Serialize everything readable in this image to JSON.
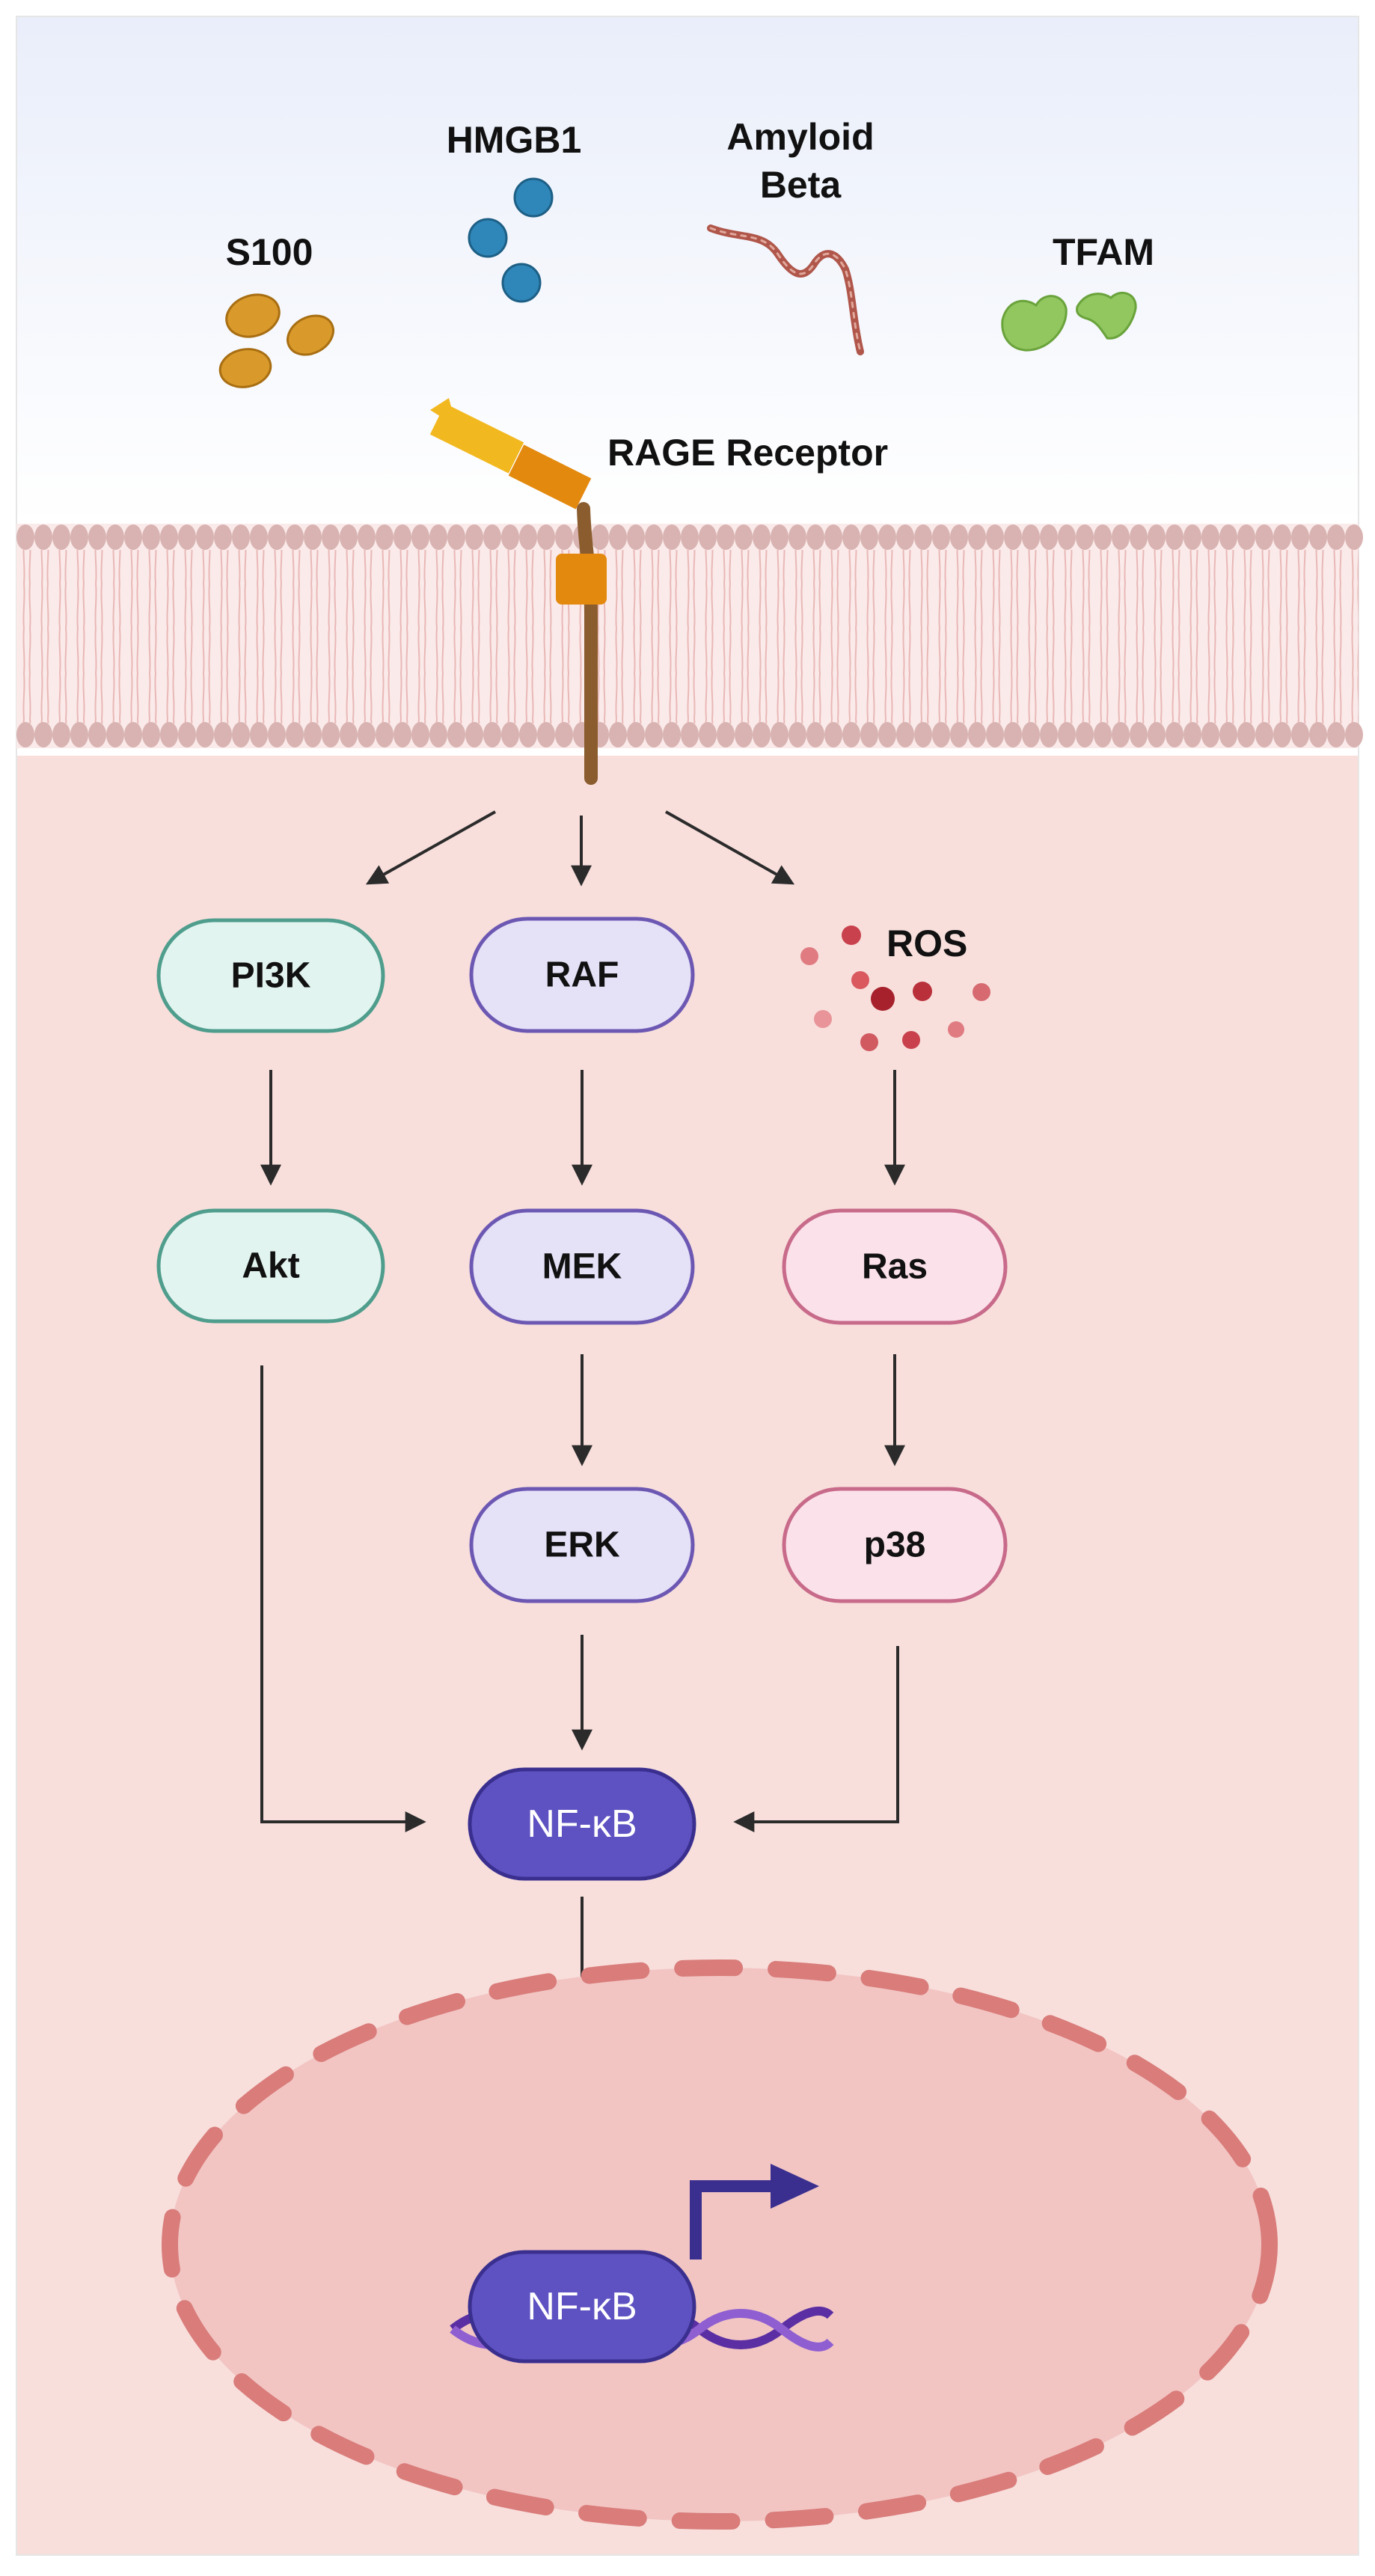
{
  "ligands": {
    "s100": "S100",
    "hmgb1": "HMGB1",
    "amyloid_beta": [
      "Amyloid",
      "Beta"
    ],
    "tfam": "TFAM"
  },
  "receptor": {
    "label": "RAGE Receptor"
  },
  "pathways": {
    "pi3k_akt": [
      "PI3K",
      "Akt"
    ],
    "raf_mek_erk": [
      "RAF",
      "MEK",
      "ERK"
    ],
    "ros_ras_p38": [
      "ROS",
      "Ras",
      "p38"
    ]
  },
  "nfkb": {
    "cytoplasm": "NF-κB",
    "nucleus": "NF-κB"
  },
  "colors": {
    "background_top": "#eef2fb",
    "cytoplasm": "#f8dfdc",
    "membrane_head": "#d8b3b1",
    "nucleus_fill": "#f2c5c3",
    "nucleus_border": "#d97c7a",
    "pi3k_akt_fill": "#e2f4f0",
    "pi3k_akt_stroke": "#4f9d8c",
    "raf_mek_erk_fill": "#e5e1f7",
    "raf_mek_erk_stroke": "#6c58b3",
    "ros_ras_p38_fill": "#fbe1ea",
    "ros_ras_p38_stroke": "#c86a8a",
    "nfkb_fill": "#5e52c2",
    "s100": "#d99a2b",
    "hmgb1": "#2f86b8",
    "amyloid_beta": "#b0564a",
    "tfam": "#92c760",
    "ros_particle": "#c9414c"
  }
}
